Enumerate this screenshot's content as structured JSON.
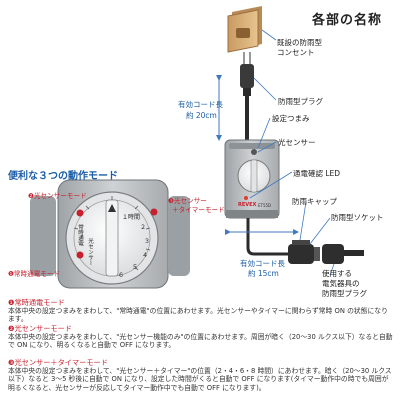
{
  "title": "各部の名称",
  "labels": {
    "outlet": [
      "既設の防雨型",
      "コンセント"
    ],
    "plug": "防雨型プラグ",
    "cord_top": [
      "有効コード長",
      "約 20cm"
    ],
    "knob": "設定つまみ",
    "sensor": "光センサー",
    "led": "通電確認 LED",
    "cap": "防雨キャップ",
    "socket": "防雨型ソケット",
    "cord_bottom": [
      "有効コード長",
      "約 15cm"
    ],
    "device_plug": [
      "使用する",
      "電気器具の",
      "防雨型プラグ"
    ]
  },
  "modes_title": "便利な３つの動作モード",
  "dial": {
    "mode1": "❶常時通電モード",
    "mode2": "❷光センサーモード",
    "mode3": [
      "❸光センサー",
      "＋タイマーモード"
    ],
    "scale": [
      "１時間",
      "２",
      "３",
      "４",
      "５",
      "６"
    ],
    "side": [
      "常時通電",
      "光センサー"
    ]
  },
  "device": {
    "brand": "REVEX",
    "model": "ET55D"
  },
  "modes": [
    {
      "heading": "❶常時通電モード",
      "body": "本体中央の設定つまみをまわして、\"常時通電\"の位置にあわせます。光センサーやタイマーに関わらず常時 ON の状態になります。"
    },
    {
      "heading": "❷光センサーモード",
      "body": "本体中央の設定つまみをまわして、\"光センサー機能のみ\"の位置にあわせます。周囲が暗く（20〜30 ルクス以下）なると自動で ON になり、明るくなると自動で OFF になります。"
    },
    {
      "heading": "❸光センサー＋タイマーモード",
      "body": "本体中央の設定つまみをまわして、\"光センサー＋タイマー\"の位置（2・4・6・8 時間）にあわせます。暗く（20〜30 ルクス以下）なると 3〜5 秒後に自動で ON になり、設定した時間がくると自動で OFF になります(タイマー動作中の時でも周囲が明るくなると、光センサーが反応してタイマー動作中でも自動で OFF になります)。"
    }
  ],
  "colors": {
    "accent_blue": "#1b5da6",
    "accent_red": "#c8212e",
    "leader_blue": "#3f79c0",
    "outlet_brown": "#d9b07a",
    "device_gray": "#b8bcbf"
  }
}
